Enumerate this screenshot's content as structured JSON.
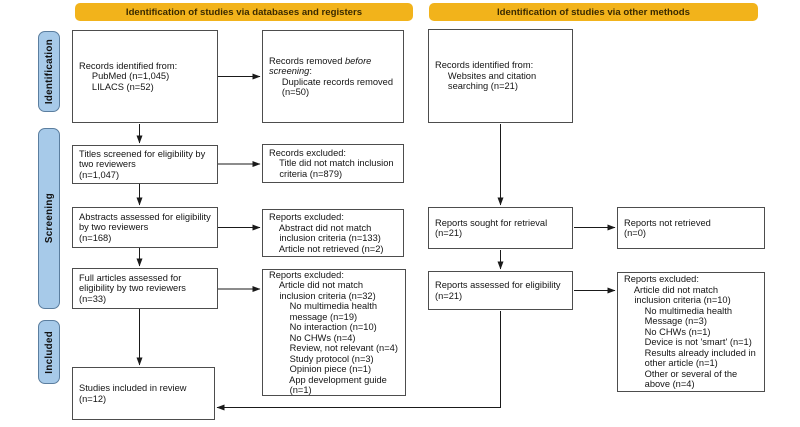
{
  "headers": {
    "left": "Identification of studies via databases and registers",
    "right": "Identification of studies via other methods"
  },
  "sidebar": {
    "identification": "Identification",
    "screening": "Screening",
    "included": "Included"
  },
  "flow": {
    "records_identified_db": "Records identified from:\n     PubMed (n=1,045)\n     LILACS (n=52)",
    "records_removed": {
      "pre": "Records removed ",
      "italic": "before\nscreening",
      "post": ":",
      "body": "     Duplicate records removed\n     (n=50)"
    },
    "titles_screened": "Titles screened for eligibility by\ntwo reviewers\n(n=1,047)",
    "records_excluded_title": "Records excluded:\n    Title did not match inclusion\n    criteria (n=879)",
    "abstracts_assessed": "Abstracts assessed for eligibility\nby two reviewers\n(n=168)",
    "reports_excluded_abstract": "Reports excluded:\n    Abstract did not match\n    inclusion criteria (n=133)\n    Article not retrieved (n=2)",
    "full_articles_assessed": "Full articles assessed for\neligibility by two reviewers\n(n=33)",
    "reports_excluded_full": "Reports excluded:\n    Article did not match\n    inclusion criteria (n=32)\n        No multimedia health\n        message (n=19)\n        No interaction (n=10)\n        No CHWs (n=4)\n        Review, not relevant (n=4)\n        Study protocol (n=3)\n        Opinion piece (n=1)\n        App development guide\n        (n=1)",
    "studies_included": "Studies included in review\n(n=12)",
    "records_identified_other": "Records identified from:\n     Websites and citation\n     searching (n=21)",
    "reports_sought": "Reports sought for retrieval\n(n=21)",
    "reports_not_retrieved": "Reports not retrieved\n(n=0)",
    "reports_assessed": "Reports assessed for eligibility\n(n=21)",
    "reports_excluded_other": "Reports excluded:\n    Article did not match\n    inclusion criteria (n=10)\n        No multimedia health\n        Message (n=3)\n        No CHWs (n=1)\n        Device is not 'smart' (n=1)\n        Results already included in\n        other article (n=1)\n        Other or several of the\n        above (n=4)"
  },
  "colors": {
    "header_bg": "#F2B31B",
    "header_text": "#3A2A00",
    "sidebar_bg": "#A7CAE9",
    "sidebar_border": "#5B7E9F",
    "box_border": "#4D4D4D",
    "arrow": "#1A1A1A"
  }
}
